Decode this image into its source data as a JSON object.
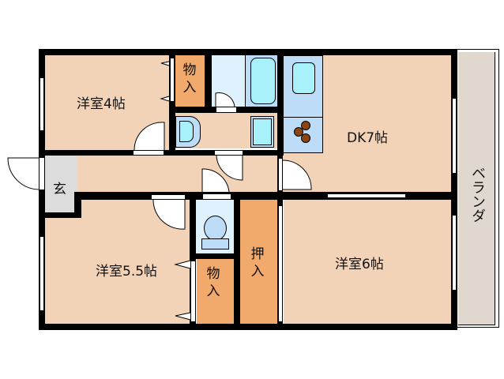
{
  "floor_plan": {
    "rooms": [
      {
        "id": "western-room-4",
        "label": "洋室4帖",
        "type": "western-room",
        "size_jo": 4
      },
      {
        "id": "storage-top",
        "label": "物入",
        "type": "storage"
      },
      {
        "id": "dk",
        "label": "DK7帖",
        "type": "dining-kitchen",
        "size_jo": 7
      },
      {
        "id": "genkan",
        "label": "玄",
        "type": "entrance"
      },
      {
        "id": "western-room-5-5",
        "label": "洋室5.5帖",
        "type": "western-room",
        "size_jo": 5.5
      },
      {
        "id": "storage-bottom",
        "label": "物入",
        "type": "storage"
      },
      {
        "id": "oshiire",
        "label": "押入",
        "type": "closet"
      },
      {
        "id": "western-room-6",
        "label": "洋室6帖",
        "type": "western-room",
        "size_jo": 6
      },
      {
        "id": "veranda",
        "label": "ベランダ",
        "type": "balcony"
      }
    ],
    "fixtures": [
      "washbasin-icon",
      "bathtub-icon",
      "kitchen-sink-icon",
      "stove-icon",
      "toilet-icon",
      "washing-machine-icon"
    ],
    "colors": {
      "room": "#f2d3b8",
      "storage": "#f2a96c",
      "wet_area": "#dff1fc",
      "fixture": "#bcdcf8",
      "fixture_inner": "#a8f0fa",
      "entrance": "#dcdcdc",
      "veranda": "#e0d8cf",
      "wall": "#000000",
      "burner": "#8b4513"
    }
  }
}
